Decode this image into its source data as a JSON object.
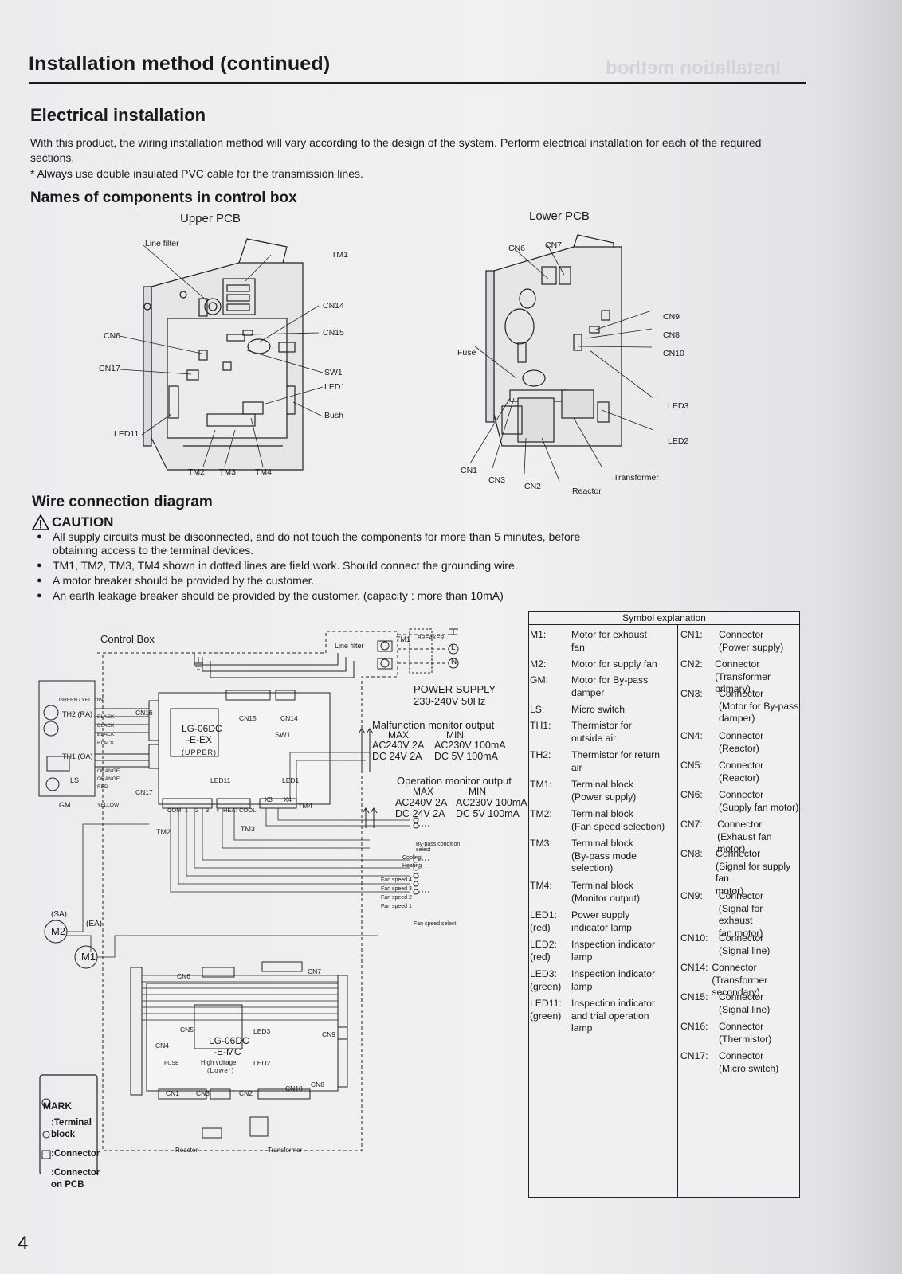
{
  "header": {
    "title": "Installation method (continued)"
  },
  "electrical": {
    "heading": "Electrical installation",
    "paragraph": "With this product, the wiring installation method will vary according to the design of the system. Perform electrical installation for each of the required sections.",
    "note": "*  Always use double insulated PVC cable for the transmission lines."
  },
  "control_box": {
    "heading": "Names of components in control box",
    "upper_title": "Upper PCB",
    "lower_title": "Lower PCB",
    "upper_labels": [
      "Line filter",
      "TM1",
      "CN14",
      "CN6",
      "CN15",
      "CN17",
      "SW1",
      "LED1",
      "Bush",
      "LED11",
      "TM2",
      "TM3",
      "TM4"
    ],
    "lower_labels": [
      "CN6",
      "CN7",
      "CN9",
      "CN8",
      "CN10",
      "Fuse",
      "LED3",
      "LED2",
      "CN1",
      "CN3",
      "CN2",
      "Reactor",
      "Transformer"
    ]
  },
  "wiring": {
    "heading": "Wire connection diagram",
    "caution_label": "CAUTION",
    "bullets": [
      "All supply circuits must be disconnected, and do not touch the components for more than 5 minutes, before obtaining access to the terminal devices.",
      "TM1, TM2, TM3, TM4 shown in dotted lines are field work.  Should connect the grounding wire.",
      "A motor breaker should be provided by the customer.",
      "An earth leakage breaker should be provided by the customer. (capacity : more than 10mA)"
    ],
    "diagram": {
      "control_box": "Control Box",
      "line_filter": "Line filter",
      "tm1": "TM1",
      "breaker": "BREAKER",
      "terminals": [
        "L",
        "N"
      ],
      "power_supply": "POWER SUPPLY",
      "power_spec": "230-240V 50Hz",
      "malfunction_title": "Malfunction monitor output",
      "operation_title": "Operation monitor output",
      "max_label": "MAX",
      "min_label": "MIN",
      "ac_max": "AC240V 2A",
      "ac_min": "AC230V 100mA",
      "dc_max": "DC 24V 2A",
      "dc_min": "DC  5V 100mA",
      "upper_pcb_name": "LG-06DC",
      "upper_pcb_name2": "-E-EX",
      "upper_pcb_sub": "(UPPER)",
      "lower_pcb_name": "LG-06DC",
      "lower_pcb_name2": "-E-MC",
      "lower_pcb_sub1": "High voltage",
      "lower_pcb_sub2": "(Lower)",
      "sensors": [
        "TH2 (RA)",
        "TH1 (OA)",
        "LS",
        "GM"
      ],
      "motors": [
        "M2",
        "M1"
      ],
      "motor_tags": [
        "(SA)",
        "(EA)"
      ],
      "connectors": [
        "CN16",
        "CN17",
        "CN15",
        "CN14",
        "CN6",
        "CN7",
        "CN9",
        "CN5",
        "CN4",
        "CN1",
        "CN3",
        "CN2",
        "CN10",
        "CN8"
      ],
      "tm_labels": [
        "TM2",
        "TM3",
        "TM4"
      ],
      "tm2_terms": [
        "COM",
        "1",
        "2",
        "3",
        "4"
      ],
      "tm3_terms": [
        "HEAT",
        "COOL"
      ],
      "tm4_terms": [
        "X3",
        "X4"
      ],
      "leds": [
        "LED11",
        "LED1",
        "LED3",
        "LED2"
      ],
      "sw": "SW1",
      "wire_colors": [
        "BLACK",
        "BLACK",
        "BLACK",
        "BLACK",
        "ORANGE",
        "ORANGE",
        "RED",
        "YELLOW",
        "GREEN / YELLOW"
      ],
      "selects": [
        "By-pass condition select",
        "Cooling",
        "Heating",
        "Fan speed 4",
        "Fan speed 3",
        "Fan speed 2",
        "Fan speed 1",
        "Fan speed select"
      ],
      "bottom_parts": [
        "Reactor",
        "Transformer",
        "FUSE"
      ],
      "mark_title": "MARK",
      "mark_items": [
        ":Terminal block",
        ":Connector",
        ":Connector on PCB"
      ]
    }
  },
  "symbols": {
    "heading": "Symbol explanation",
    "left": [
      {
        "code": "M1:",
        "desc": "Motor for exhaust\nfan"
      },
      {
        "code": "M2:",
        "desc": "Motor for supply fan"
      },
      {
        "code": "GM:",
        "desc": "Motor for By-pass\ndamper"
      },
      {
        "code": "LS:",
        "desc": "Micro switch"
      },
      {
        "code": "TH1:",
        "desc": "Thermistor for\noutside air"
      },
      {
        "code": "TH2:",
        "desc": "Thermistor for return\nair"
      },
      {
        "code": "TM1:",
        "desc": "Terminal block\n(Power supply)"
      },
      {
        "code": "TM2:",
        "desc": "Terminal block\n(Fan speed selection)"
      },
      {
        "code": "TM3:",
        "desc": "Terminal block\n(By-pass mode\nselection)"
      },
      {
        "code": "TM4:",
        "desc": "Terminal block\n(Monitor output)"
      },
      {
        "code": "LED1:\n(red)",
        "desc": "Power supply\nindicator lamp"
      },
      {
        "code": "LED2:\n(red)",
        "desc": "Inspection indicator\nlamp"
      },
      {
        "code": "LED3:\n(green)",
        "desc": "Inspection indicator\nlamp"
      },
      {
        "code": "LED11:\n(green)",
        "desc": "Inspection indicator\nand trial operation\nlamp"
      }
    ],
    "right": [
      {
        "code": "CN1:",
        "desc": "Connector\n(Power supply)"
      },
      {
        "code": "CN2:",
        "desc": "Connector\n(Transformer primary)"
      },
      {
        "code": "CN3:",
        "desc": "Connector\n(Motor for By-pass\ndamper)"
      },
      {
        "code": "CN4:",
        "desc": "Connector\n(Reactor)"
      },
      {
        "code": "CN5:",
        "desc": "Connector\n(Reactor)"
      },
      {
        "code": "CN6:",
        "desc": "Connector\n(Supply fan motor)"
      },
      {
        "code": "CN7:",
        "desc": "Connector\n(Exhaust fan motor)"
      },
      {
        "code": "CN8:",
        "desc": "Connector\n(Signal for supply fan\nmotor)"
      },
      {
        "code": "CN9:",
        "desc": "Connector\n(Signal for exhaust\nfan motor)"
      },
      {
        "code": "CN10:",
        "desc": "Connector\n(Signal line)"
      },
      {
        "code": "CN14:",
        "desc": "Connector\n(Transformer secondary)"
      },
      {
        "code": "CN15:",
        "desc": "Connector\n(Signal line)"
      },
      {
        "code": "CN16:",
        "desc": "Connector\n(Thermistor)"
      },
      {
        "code": "CN17:",
        "desc": "Connector\n(Micro switch)"
      }
    ]
  },
  "page_number": "4"
}
